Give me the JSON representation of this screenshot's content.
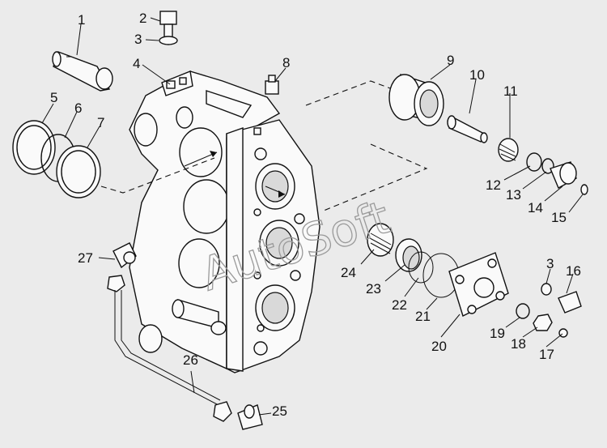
{
  "watermark": "AutoSoft",
  "callouts": [
    "1",
    "2",
    "3",
    "4",
    "5",
    "6",
    "7",
    "8",
    "9",
    "10",
    "11",
    "12",
    "13",
    "14",
    "15",
    "16",
    "3",
    "17",
    "18",
    "19",
    "20",
    "21",
    "22",
    "23",
    "24",
    "25",
    "26",
    "27"
  ]
}
